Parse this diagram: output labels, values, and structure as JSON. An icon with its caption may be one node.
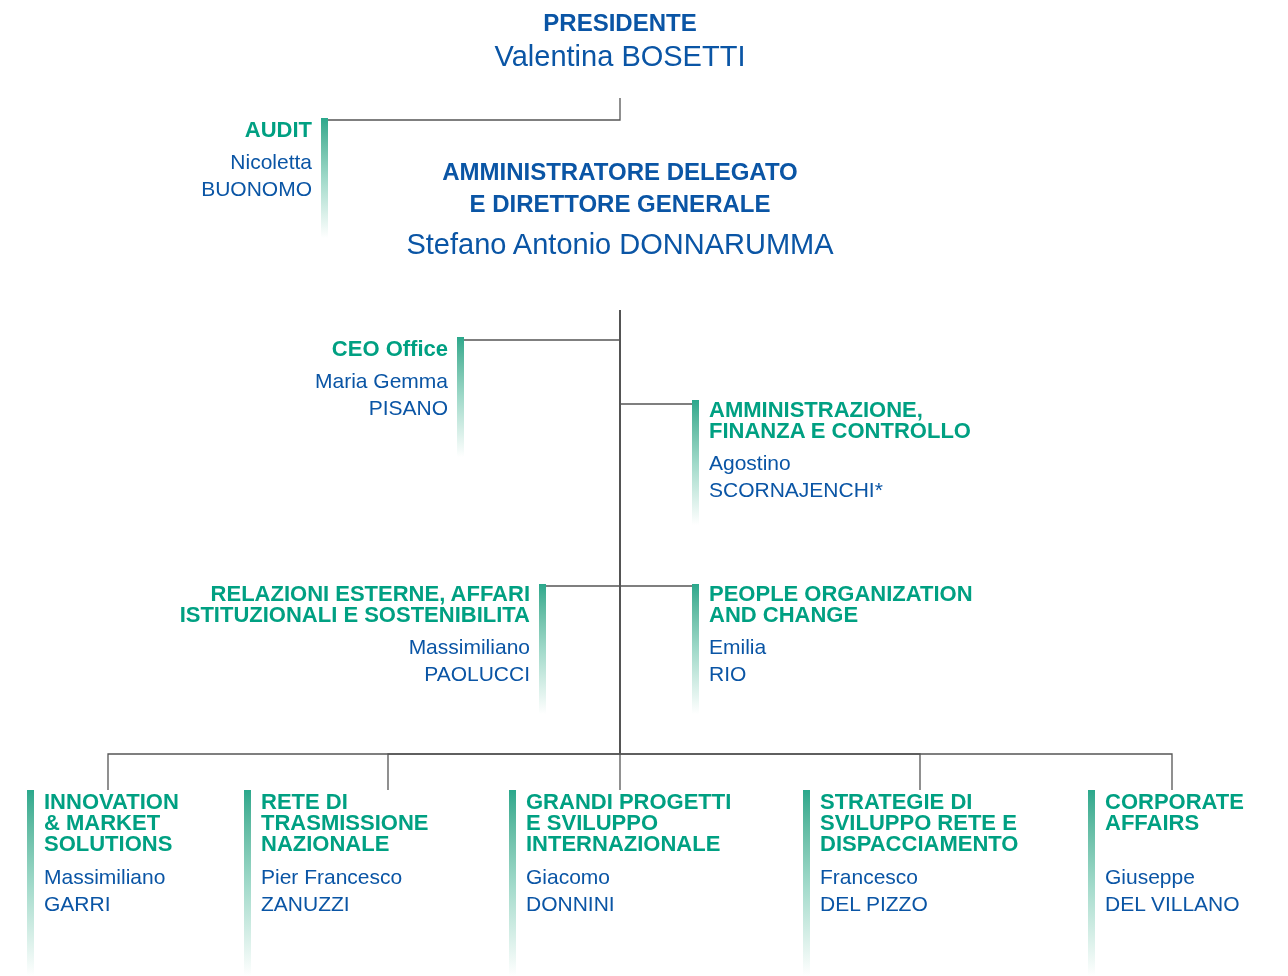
{
  "diagram": {
    "nodes": [
      {
        "text": [
          "PRESIDENTE",
          "Valentina BOSETTI"
        ]
      },
      {
        "text": [
          "AUDIT",
          "Nicoletta BUONOMO"
        ]
      },
      {
        "text": [
          "AMMINISTRATORE DELEGATO E DIRETTORE GENERALE",
          "Stefano Antonio DONNARUMMA"
        ]
      },
      {
        "text": [
          "CEO Office",
          "Maria Gemma PISANO"
        ]
      },
      {
        "text": [
          "AMMINISTRAZIONE, FINANZA E CONTROLLO",
          "Agostino SCORNAJENCHI*"
        ]
      },
      {
        "text": [
          "RELAZIONI ESTERNE, AFFARI ISTITUZIONALI E SOSTENIBILITA",
          "Massimiliano PAOLUCCI"
        ]
      },
      {
        "text": [
          "PEOPLE ORGANIZATION AND CHANGE",
          "Emilia RIO"
        ]
      },
      {
        "text": [
          "INNOVATION & MARKET SOLUTIONS",
          "Massimiliano GARRI"
        ]
      },
      {
        "text": [
          "RETE DI TRASMISSIONE NAZIONALE",
          "Pier Francesco ZANUZZI"
        ]
      },
      {
        "text": [
          "GRANDI PROGETTI E SVILUPPO INTERNAZIONALE",
          "Giacomo DONNINI"
        ]
      },
      {
        "text": [
          "STRATEGIE DI SVILUPPO RETE E DISPACCIAMENTO",
          "Francesco DEL PIZZO"
        ]
      },
      {
        "text": [
          "CORPORATE AFFAIRS",
          "Giuseppe DEL VILLANO"
        ]
      }
    ],
    "edges": [
      {
        "from": 0,
        "to": 1,
        "arrow": "none"
      },
      {
        "from": 2,
        "to": 3,
        "arrow": "none"
      },
      {
        "from": 2,
        "to": 4,
        "arrow": "none"
      },
      {
        "from": 2,
        "to": 5,
        "arrow": "none"
      },
      {
        "from": 2,
        "to": 6,
        "arrow": "none"
      },
      {
        "from": 2,
        "to": 7,
        "arrow": "none"
      },
      {
        "from": 2,
        "to": 8,
        "arrow": "none"
      },
      {
        "from": 2,
        "to": 9,
        "arrow": "none"
      },
      {
        "from": 2,
        "to": 10,
        "arrow": "none"
      },
      {
        "from": 2,
        "to": 11,
        "arrow": "none"
      }
    ]
  }
}
